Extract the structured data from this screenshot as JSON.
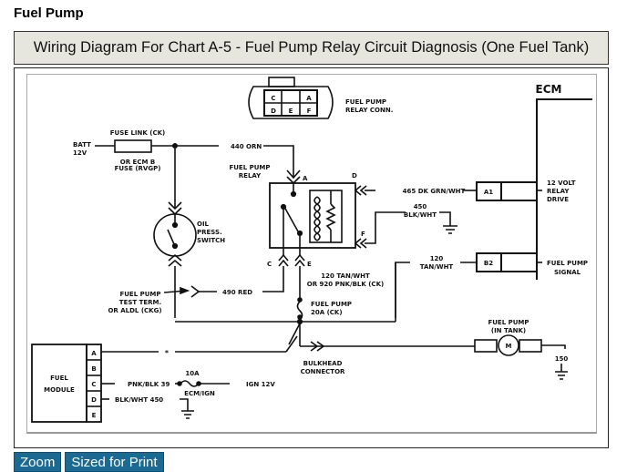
{
  "page": {
    "heading": "Fuel Pump",
    "caption": "Wiring Diagram For Chart A-5 - Fuel Pump Relay Circuit Diagnosis (One Fuel Tank)"
  },
  "diagram": {
    "connector": {
      "label_line1": "FUEL PUMP",
      "label_line2": "RELAY CONN.",
      "pins": [
        "C",
        "A",
        "D",
        "E",
        "F"
      ]
    },
    "batt": {
      "line1": "BATT",
      "line2": "12V"
    },
    "fuse_link": {
      "top": "FUSE LINK (CK)",
      "bottom1": "OR ECM B",
      "bottom2": "FUSE (RVGP)"
    },
    "wire_440": "440 ORN",
    "relay": {
      "line1": "FUEL PUMP",
      "line2": "RELAY",
      "pin_a": "A",
      "pin_d": "D",
      "pin_f": "F",
      "pin_c": "C",
      "pin_e": "E"
    },
    "oil_switch": {
      "line1": "OIL",
      "line2": "PRESS.",
      "line3": "SWITCH"
    },
    "ecm": {
      "title": "ECM",
      "a1": "A1",
      "a1_desc1": "12 VOLT",
      "a1_desc2": "RELAY",
      "a1_desc3": "DRIVE",
      "b2": "B2",
      "b2_desc1": "FUEL PUMP",
      "b2_desc2": "SIGNAL"
    },
    "wire_465": "465 DK GRN/WHT",
    "wire_450": {
      "line1": "450",
      "line2": "BLK/WHT"
    },
    "wire_120": {
      "line1": "120",
      "line2": "TAN/WHT"
    },
    "wire_120_920": {
      "line1": "120 TAN/WHT",
      "line2": "OR 920 PNK/BLK (CK)"
    },
    "test_term": {
      "line1": "FUEL PUMP",
      "line2": "TEST TERM.",
      "line3": "OR ALDL (CKG)"
    },
    "wire_490": "490 RED",
    "fuse_20a": {
      "line1": "FUEL PUMP",
      "line2": "20A (CK)"
    },
    "fuel_pump_tank": {
      "line1": "FUEL PUMP",
      "line2": "(IN TANK)",
      "motor": "M",
      "ground": "150"
    },
    "bulkhead": {
      "line1": "BULKHEAD",
      "line2": "CONNECTOR"
    },
    "fuel_module": {
      "line1": "FUEL",
      "line2": "MODULE",
      "pins": [
        "A",
        "B",
        "C",
        "D",
        "E"
      ]
    },
    "star": "*",
    "wire_39": "PNK/BLK 39",
    "wire_450_module": "BLK/WHT 450",
    "fuse_10a": {
      "rating": "10A",
      "name": "ECM/IGN"
    },
    "ign": "IGN 12V"
  },
  "buttons": {
    "zoom": "Zoom",
    "print": "Sized for Print"
  }
}
